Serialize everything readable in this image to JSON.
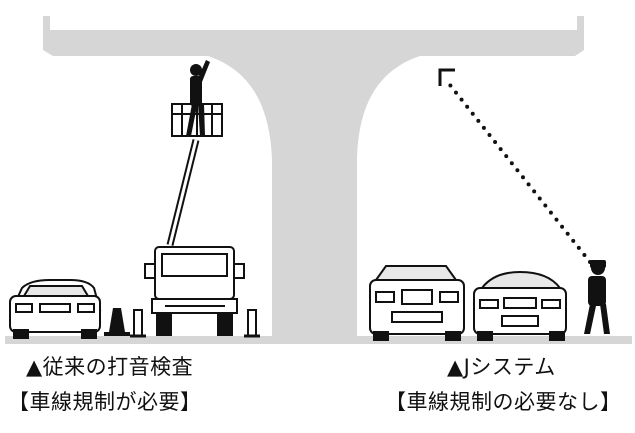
{
  "captions": {
    "left_title": "▲従来の打音検査",
    "left_subtitle": "【車線規制が必要】",
    "right_title": "▲Jシステム",
    "right_subtitle": "【車線規制の必要なし】"
  },
  "icons": {
    "structure": "bridge-pier-icon",
    "bucket_truck": "aerial-work-truck-icon",
    "worker_bucket": "worker-in-bucket-icon",
    "cone": "traffic-cone-icon",
    "car_1": "sedan-car-icon",
    "car_2": "suv-car-icon",
    "car_3": "sedan-car-icon",
    "inspector": "inspector-with-device-icon",
    "signal": "dotted-signal-icon"
  },
  "colors": {
    "structure": "#d6d6d6",
    "ground": "#d6d6d6",
    "ink": "#111111",
    "vehicle_fill": "#ffffff"
  }
}
